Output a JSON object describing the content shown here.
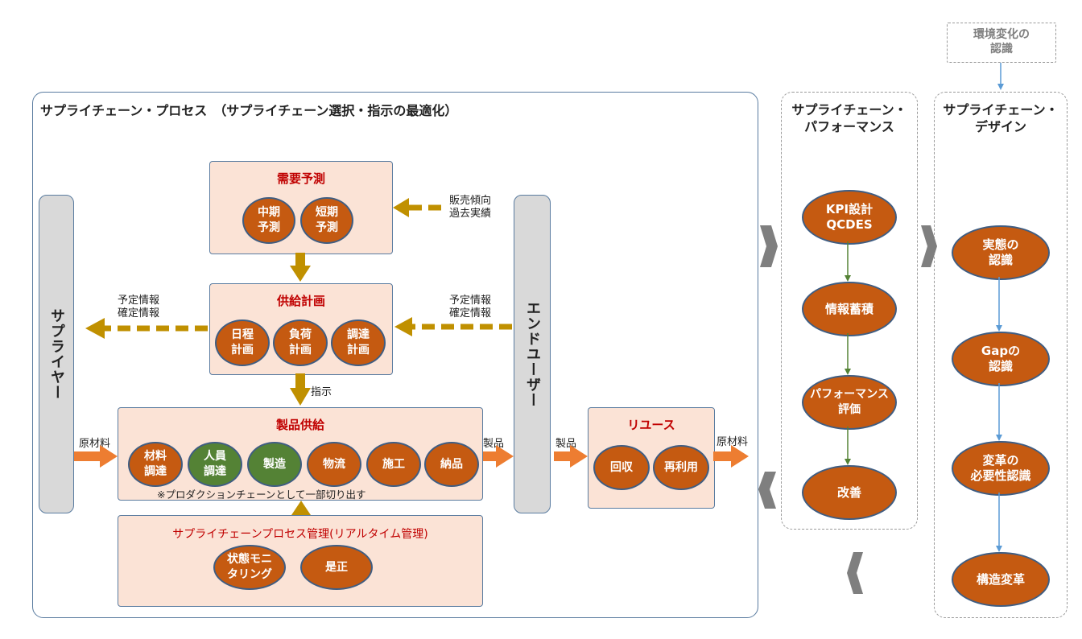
{
  "process_title": "サプライチェーン・プロセス　（サプライチェーン選択・指示の最適化）",
  "env_label": "環境変化の\n認識",
  "supplier_label": "サプライヤー",
  "enduser_label": "エンドユーザー",
  "demand": {
    "title": "需要予測",
    "items": [
      "中期\n予測",
      "短期\n予測"
    ]
  },
  "supply_plan": {
    "title": "供給計画",
    "items": [
      "日程\n計画",
      "負荷\n計画",
      "調達\n計画"
    ]
  },
  "product_supply": {
    "title": "製品供給",
    "items": [
      "材料\n調達",
      "人員\n調達",
      "製造",
      "物流",
      "施工",
      "納品"
    ],
    "note": "※プロダクションチェーンとして一部切り出す"
  },
  "process_mgmt": {
    "title": "サプライチェーンプロセス管理(リアルタイム管理)",
    "items": [
      "状態モニ\nタリング",
      "是正"
    ]
  },
  "reuse": {
    "title": "リユース",
    "items": [
      "回収",
      "再利用"
    ]
  },
  "labels": {
    "sales_trend": "販売傾向\n過去実績",
    "schedule_info_right": "予定情報\n確定情報",
    "schedule_info_left": "予定情報\n確定情報",
    "instruction": "指示",
    "raw_material_in": "原材料",
    "product_out": "製品",
    "product_in": "製品",
    "raw_material_out": "原材料"
  },
  "performance": {
    "title": "サプライチェーン・\nパフォーマンス",
    "items": [
      "KPI設計\nQCDES",
      "情報蓄積",
      "パフォーマンス\n評価",
      "改善"
    ]
  },
  "design": {
    "title": "サプライチェーン・\nデザイン",
    "items": [
      "実態の\n認識",
      "Gapの\n認識",
      "変革の\n必要性認識",
      "構造変革"
    ]
  },
  "colors": {
    "pill": "#c55a11",
    "pill_green": "#548235",
    "box_fill": "#fbe3d6",
    "gold_arrow": "#c09000",
    "orange_arrow": "#ed7d31",
    "title_red": "#c00000"
  }
}
